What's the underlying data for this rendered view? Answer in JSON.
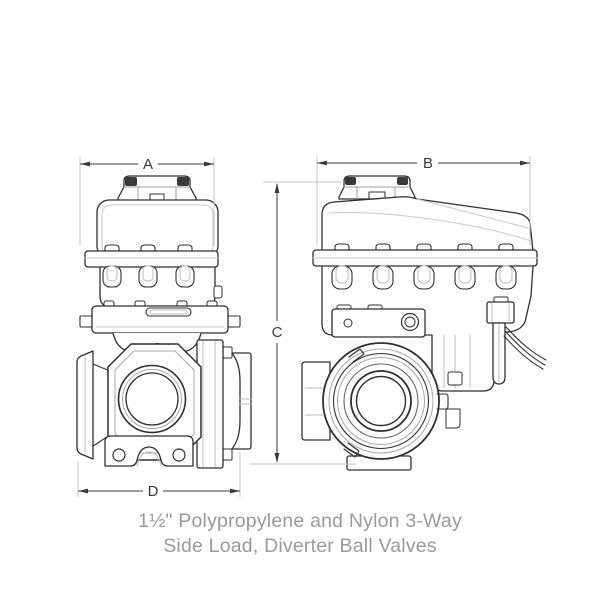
{
  "drawing": {
    "dimensions": {
      "a": "A",
      "b": "B",
      "c": "C",
      "d": "D"
    }
  },
  "caption": {
    "line1": "1½\" Polypropylene and Nylon 3-Way",
    "line2": "Side Load, Diverter Ball Valves"
  },
  "colors": {
    "main_line": "#2f2f2f",
    "light_line": "#9e9e9e",
    "extension_line": "#c4c4c4",
    "caption_text": "#9a9a9a",
    "background": "#ffffff"
  }
}
